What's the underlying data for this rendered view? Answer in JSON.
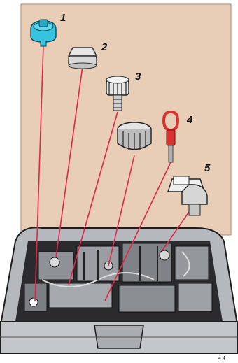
{
  "figure": {
    "colors": {
      "background": "#e8cdb7",
      "leader_line": "#e0284a",
      "part_1": "#35c3df",
      "part_4": "#d8332e",
      "part_neutral": "#e6e6e6",
      "engine_body": "#b9bcc0",
      "engine_dark": "#2a2a2c"
    },
    "callouts": [
      {
        "label": "1",
        "part_icon": "coolant-expansion-cap-icon"
      },
      {
        "label": "2",
        "part_icon": "washer-fluid-cap-icon"
      },
      {
        "label": "3",
        "part_icon": "power-steering-cap-icon"
      },
      {
        "label": "4",
        "part_icon": "dipstick-icon"
      },
      {
        "label": "5",
        "part_icon": "brake-fluid-cap-icon"
      }
    ],
    "figure_id": "4 4"
  }
}
